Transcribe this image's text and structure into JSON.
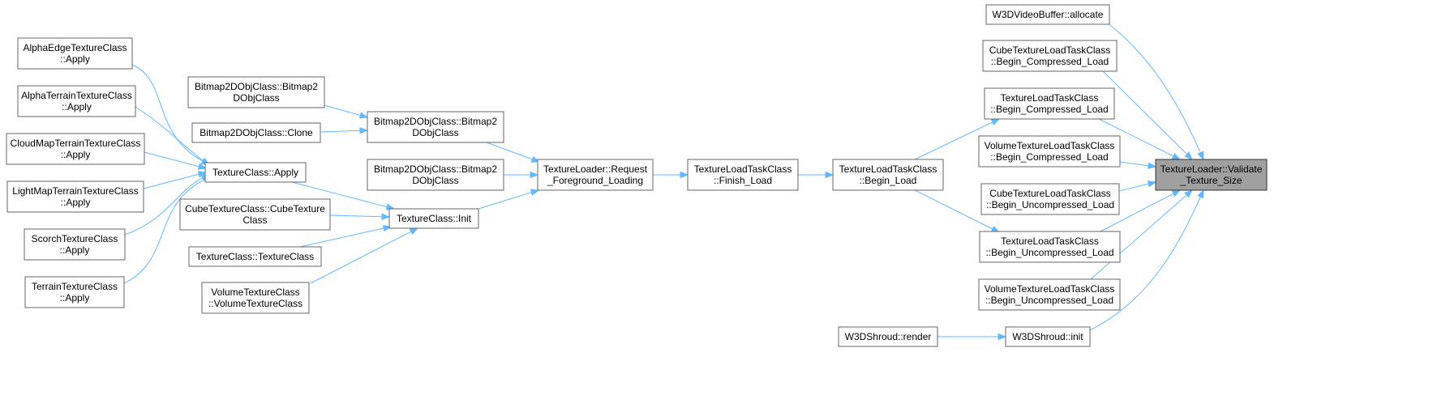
{
  "diagram": {
    "nodes": [
      {
        "id": "alphaedge",
        "lines": [
          "AlphaEdgeTextureClass",
          "::Apply"
        ]
      },
      {
        "id": "alphaterrain",
        "lines": [
          "AlphaTerrainTextureClass",
          "::Apply"
        ]
      },
      {
        "id": "cloudmap",
        "lines": [
          "CloudMapTerrainTextureClass",
          "::Apply"
        ]
      },
      {
        "id": "lightmap",
        "lines": [
          "LightMapTerrainTextureClass",
          "::Apply"
        ]
      },
      {
        "id": "scorch",
        "lines": [
          "ScorchTextureClass",
          "::Apply"
        ]
      },
      {
        "id": "terrain",
        "lines": [
          "TerrainTextureClass",
          "::Apply"
        ]
      },
      {
        "id": "texapply",
        "lines": [
          "TextureClass::Apply"
        ]
      },
      {
        "id": "bmp_ctor_a",
        "lines": [
          "Bitmap2DObjClass::Bitmap2",
          "DObjClass"
        ]
      },
      {
        "id": "bmp_clone",
        "lines": [
          "Bitmap2DObjClass::Clone"
        ]
      },
      {
        "id": "bmp_ctor_b",
        "lines": [
          "Bitmap2DObjClass::Bitmap2",
          "DObjClass"
        ]
      },
      {
        "id": "bmp_ctor_c",
        "lines": [
          "Bitmap2DObjClass::Bitmap2",
          "DObjClass"
        ]
      },
      {
        "id": "cubetex",
        "lines": [
          "CubeTextureClass::CubeTexture",
          "Class"
        ]
      },
      {
        "id": "texctor",
        "lines": [
          "TextureClass::TextureClass"
        ]
      },
      {
        "id": "voltex",
        "lines": [
          "VolumeTextureClass",
          "::VolumeTextureClass"
        ]
      },
      {
        "id": "texinit",
        "lines": [
          "TextureClass::Init"
        ]
      },
      {
        "id": "reqfg",
        "lines": [
          "TextureLoader::Request",
          "_Foreground_Loading"
        ]
      },
      {
        "id": "finishload",
        "lines": [
          "TextureLoadTaskClass",
          "::Finish_Load"
        ]
      },
      {
        "id": "beginload",
        "lines": [
          "TextureLoadTaskClass",
          "::Begin_Load"
        ]
      },
      {
        "id": "w3dvb",
        "lines": [
          "W3DVideoBuffer::allocate"
        ]
      },
      {
        "id": "cube_bcl",
        "lines": [
          "CubeTextureLoadTaskClass",
          "::Begin_Compressed_Load"
        ]
      },
      {
        "id": "tex_bcl",
        "lines": [
          "TextureLoadTaskClass",
          "::Begin_Compressed_Load"
        ]
      },
      {
        "id": "vol_bcl",
        "lines": [
          "VolumeTextureLoadTaskClass",
          "::Begin_Compressed_Load"
        ]
      },
      {
        "id": "cube_bul",
        "lines": [
          "CubeTextureLoadTaskClass",
          "::Begin_Uncompressed_Load"
        ]
      },
      {
        "id": "tex_bul",
        "lines": [
          "TextureLoadTaskClass",
          "::Begin_Uncompressed_Load"
        ]
      },
      {
        "id": "vol_bul",
        "lines": [
          "VolumeTextureLoadTaskClass",
          "::Begin_Uncompressed_Load"
        ]
      },
      {
        "id": "shroudrender",
        "lines": [
          "W3DShroud::render"
        ]
      },
      {
        "id": "shroudinit",
        "lines": [
          "W3DShroud::init"
        ]
      },
      {
        "id": "validate",
        "lines": [
          "TextureLoader::Validate",
          "_Texture_Size"
        ],
        "root": true
      }
    ],
    "edges": [
      {
        "from": "alphaedge",
        "to": "texapply"
      },
      {
        "from": "alphaterrain",
        "to": "texapply"
      },
      {
        "from": "cloudmap",
        "to": "texapply"
      },
      {
        "from": "lightmap",
        "to": "texapply"
      },
      {
        "from": "scorch",
        "to": "texapply"
      },
      {
        "from": "terrain",
        "to": "texapply"
      },
      {
        "from": "bmp_ctor_a",
        "to": "bmp_ctor_b"
      },
      {
        "from": "bmp_clone",
        "to": "bmp_ctor_b"
      },
      {
        "from": "bmp_ctor_b",
        "to": "reqfg"
      },
      {
        "from": "bmp_ctor_c",
        "to": "reqfg"
      },
      {
        "from": "texapply",
        "to": "texinit"
      },
      {
        "from": "cubetex",
        "to": "texinit"
      },
      {
        "from": "texctor",
        "to": "texinit"
      },
      {
        "from": "voltex",
        "to": "texinit"
      },
      {
        "from": "texinit",
        "to": "reqfg"
      },
      {
        "from": "reqfg",
        "to": "finishload"
      },
      {
        "from": "finishload",
        "to": "beginload"
      },
      {
        "from": "beginload",
        "to": "tex_bcl"
      },
      {
        "from": "beginload",
        "to": "tex_bul"
      },
      {
        "from": "shroudrender",
        "to": "shroudinit"
      },
      {
        "from": "w3dvb",
        "to": "validate"
      },
      {
        "from": "cube_bcl",
        "to": "validate"
      },
      {
        "from": "tex_bcl",
        "to": "validate"
      },
      {
        "from": "vol_bcl",
        "to": "validate"
      },
      {
        "from": "cube_bul",
        "to": "validate"
      },
      {
        "from": "tex_bul",
        "to": "validate"
      },
      {
        "from": "vol_bul",
        "to": "validate"
      },
      {
        "from": "shroudinit",
        "to": "validate"
      }
    ]
  },
  "colors": {
    "edge": "#63b8ff",
    "node_border": "#666666",
    "node_fill": "#ffffff",
    "root_fill": "#a0a0a0",
    "root_border": "#333333"
  }
}
